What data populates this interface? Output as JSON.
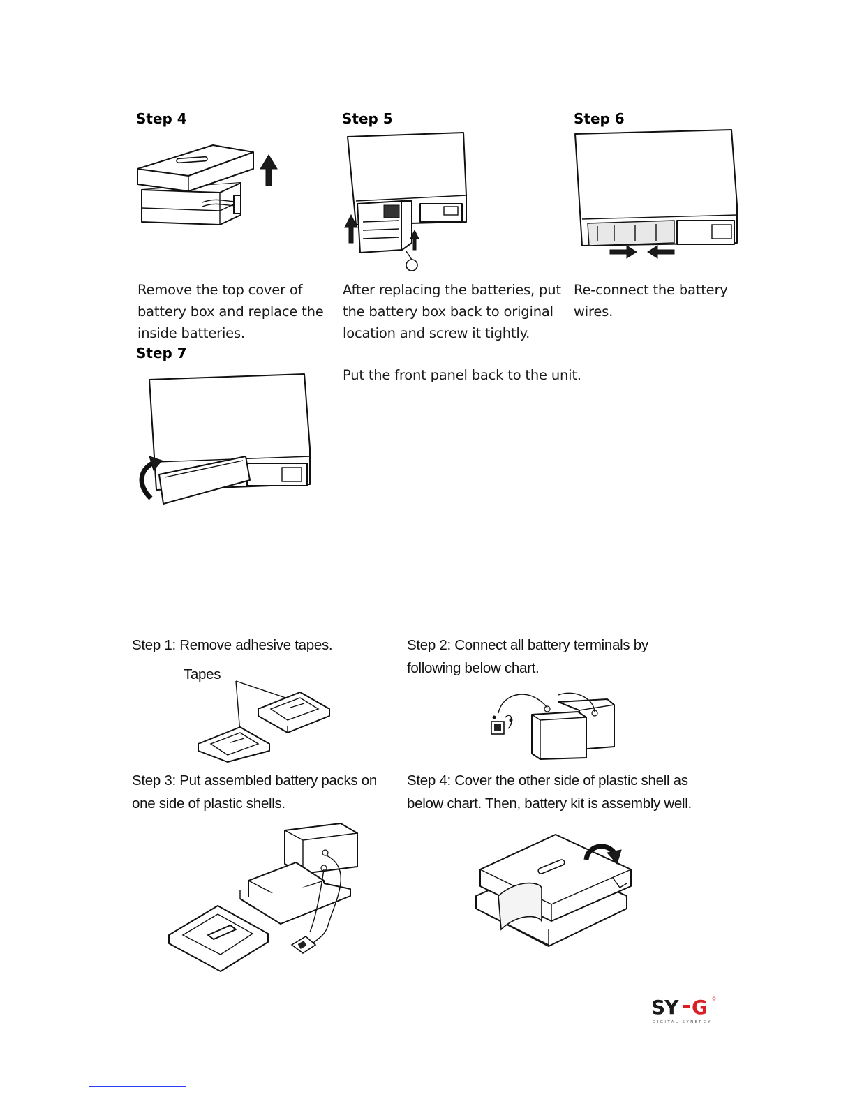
{
  "upper": {
    "step4": {
      "title": "Step 4",
      "lines": [
        "Remove the top cover of",
        "battery box and replace the",
        "inside batteries."
      ]
    },
    "step5": {
      "title": "Step 5",
      "lines": [
        "After replacing the batteries, put",
        "the battery box back to original",
        "location and screw it tightly."
      ]
    },
    "step6": {
      "title": "Step 6",
      "lines": [
        "Re-connect the battery",
        "wires."
      ]
    },
    "step7": {
      "title": "Step 7",
      "lines": [
        "Put the front panel back to the unit."
      ]
    }
  },
  "lower": {
    "step1": {
      "lines": [
        "Step 1: Remove adhesive tapes."
      ],
      "label": "Tapes"
    },
    "step2": {
      "lines": [
        "Step 2: Connect all battery terminals by",
        "following below chart."
      ]
    },
    "step3": {
      "lines": [
        "Step 3: Put assembled battery packs on",
        "one side of plastic shells."
      ]
    },
    "step4": {
      "lines": [
        "Step 4: Cover the other side of plastic shell as",
        "below chart. Then, battery kit is assembly well."
      ]
    }
  },
  "logo": {
    "text": "SY-G",
    "tagline": "DIGITAL SYNERGY",
    "accent": "#d81f26"
  },
  "colors": {
    "line": "#111111",
    "link_underline": "#2a3cff"
  }
}
